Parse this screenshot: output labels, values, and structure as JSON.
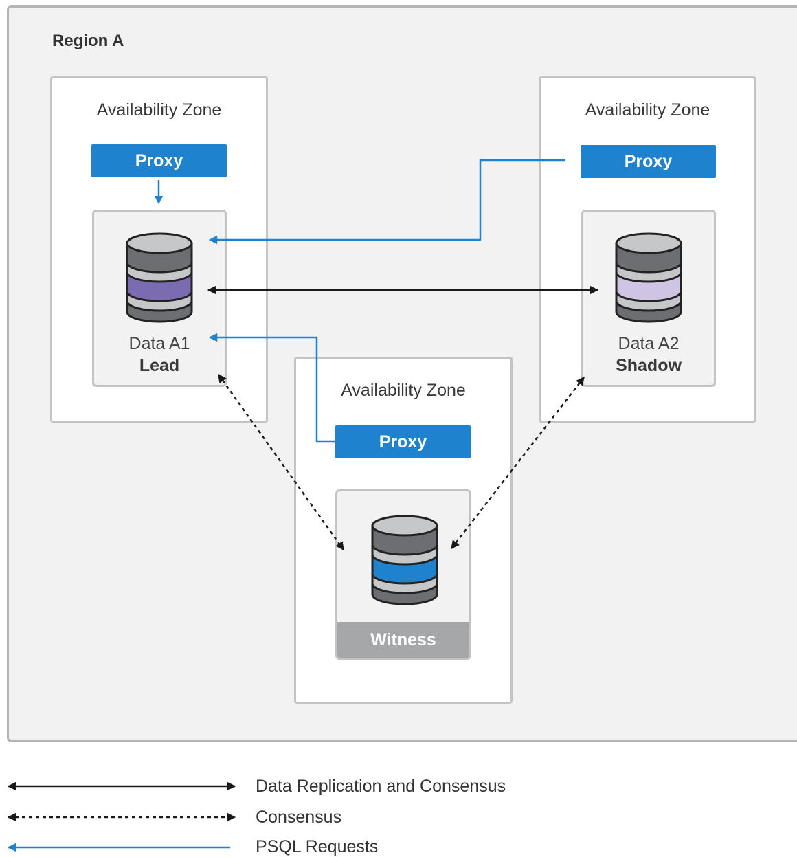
{
  "region": {
    "title": "Region A"
  },
  "zones": {
    "left": {
      "title": "Availability Zone",
      "proxy": "Proxy",
      "node_name": "Data A1",
      "node_role": "Lead"
    },
    "right": {
      "title": "Availability Zone",
      "proxy": "Proxy",
      "node_name": "Data A2",
      "node_role": "Shadow"
    },
    "bottom": {
      "title": "Availability Zone",
      "proxy": "Proxy",
      "node_role": "Witness"
    }
  },
  "legend": {
    "replication": "Data Replication and Consensus",
    "consensus": "Consensus",
    "psql": "PSQL Requests"
  },
  "colors": {
    "blue": "#1e82cf",
    "lead_band": "#7b6bb0",
    "shadow_band": "#cfc4e4",
    "witness_band": "#1e82cf",
    "db_gray": "#6d6e71"
  }
}
